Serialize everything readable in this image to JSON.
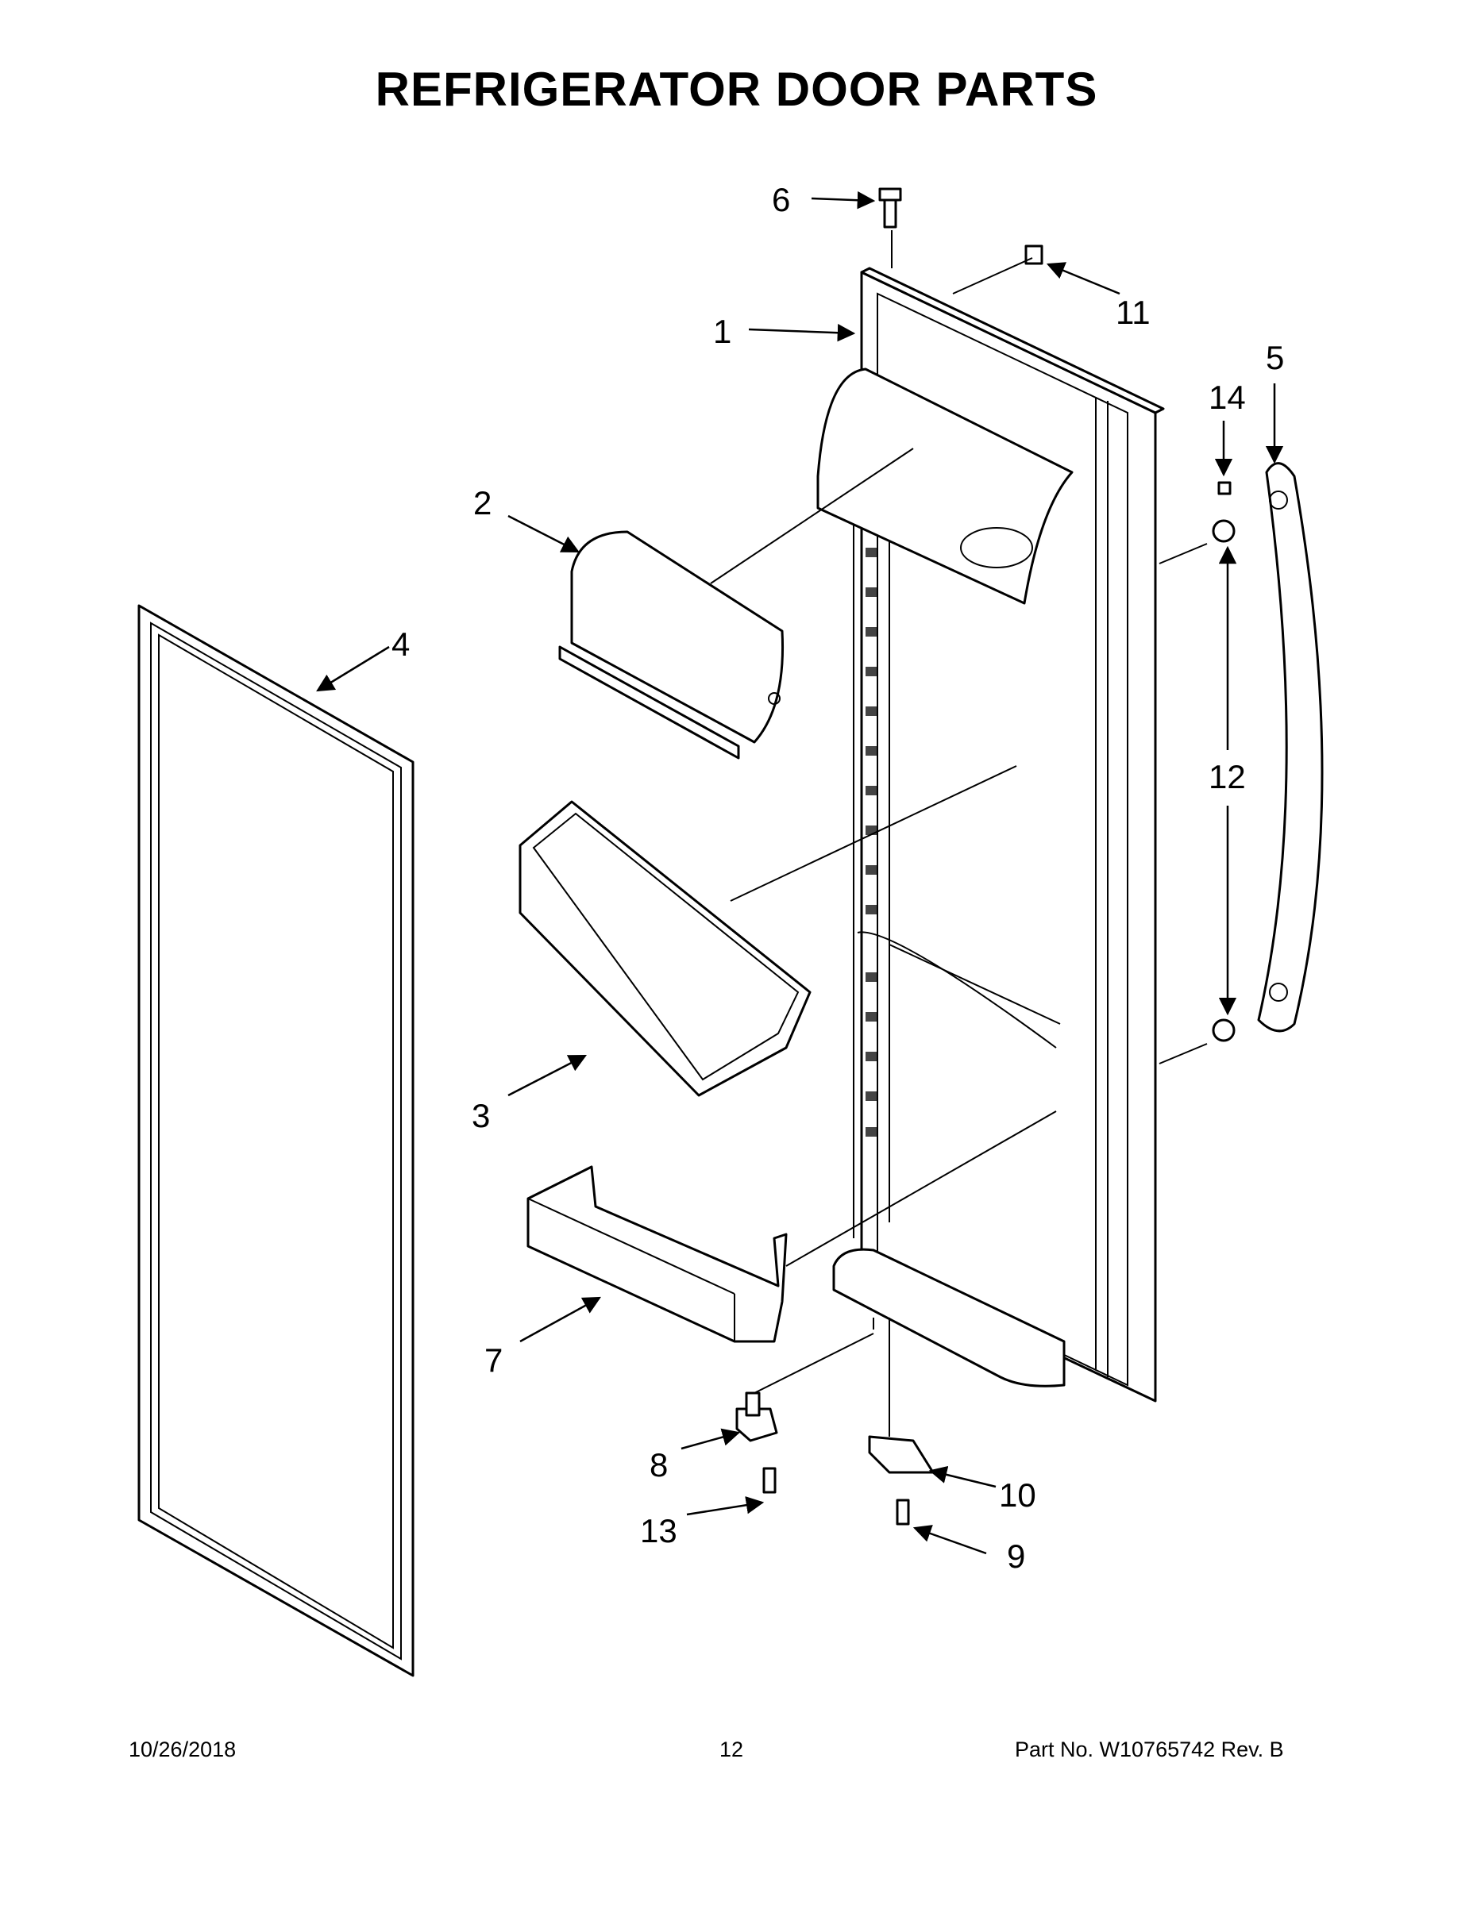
{
  "title": "REFRIGERATOR DOOR PARTS",
  "callouts": [
    "1",
    "2",
    "3",
    "4",
    "5",
    "6",
    "7",
    "8",
    "9",
    "10",
    "11",
    "12",
    "13",
    "14"
  ],
  "footer": {
    "date": "10/26/2018",
    "page": "12",
    "part_no": "Part No.  W10765742  Rev.  B"
  }
}
